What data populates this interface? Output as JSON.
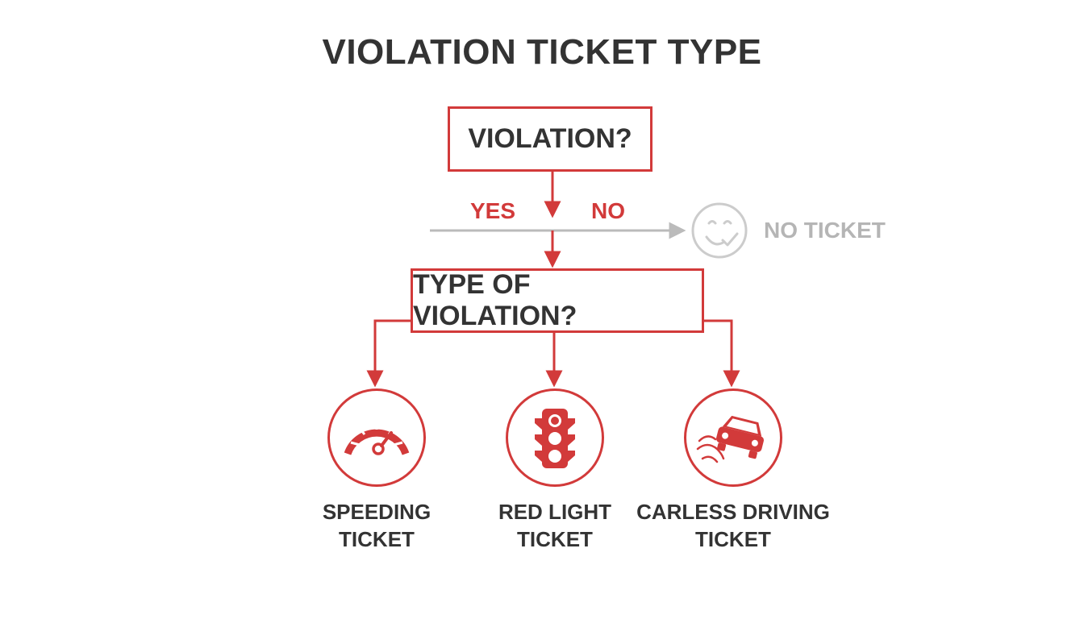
{
  "title": "VIOLATION TICKET TYPE",
  "decision_1": {
    "question": "VIOLATION?",
    "yes_label": "YES",
    "no_label": "NO"
  },
  "no_branch": {
    "outcome": "NO TICKET",
    "icon": "smiley-face-icon"
  },
  "decision_2": {
    "question": "TYPE OF VIOLATION?"
  },
  "tickets": [
    {
      "line1": "SPEEDING",
      "line2": "TICKET",
      "icon": "speedometer-icon"
    },
    {
      "line1": "RED LIGHT",
      "line2": "TICKET",
      "icon": "traffic-light-icon"
    },
    {
      "line1": "CARLESS DRIVING",
      "line2": "TICKET",
      "icon": "skidding-car-icon"
    }
  ],
  "colors": {
    "accent": "#d23a3a",
    "text": "#333333",
    "muted": "#b5b5b5"
  }
}
